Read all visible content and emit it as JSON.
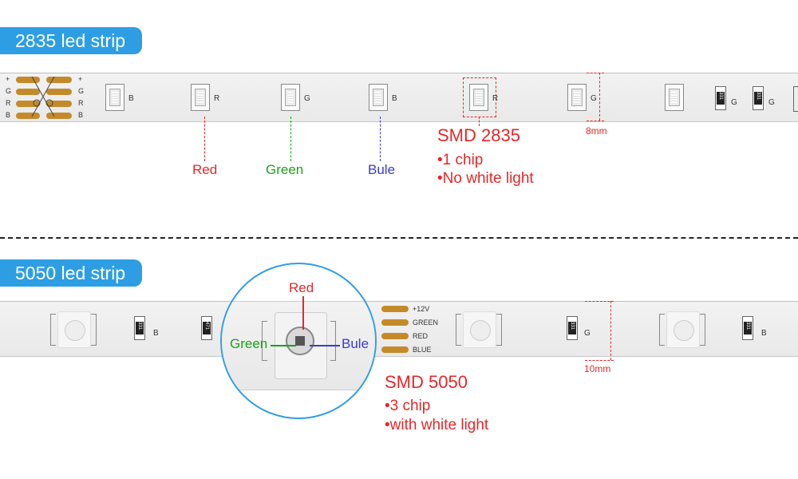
{
  "section1": {
    "title": "2835 led strip",
    "pins": [
      "+",
      "G",
      "R",
      "B"
    ],
    "pins_right": [
      "+",
      "G",
      "R",
      "B"
    ],
    "chip_labels": [
      "B",
      "R",
      "G",
      "B",
      "R",
      "G",
      "G",
      "G"
    ],
    "callouts": [
      "Red",
      "Green",
      "Bule"
    ],
    "smd_title": "SMD 2835",
    "bullets": [
      "•1 chip",
      "•No white light"
    ],
    "dimension": "8mm",
    "resistor_code": "331"
  },
  "section2": {
    "title": "5050 led strip",
    "resistor_codes": [
      "331",
      "471",
      "331",
      "331"
    ],
    "chip_labels": [
      "B",
      "G",
      "B"
    ],
    "zoom_labels": [
      "Red",
      "Green",
      "Bule"
    ],
    "pins": [
      "+12V",
      "GREEN",
      "RED",
      "BLUE"
    ],
    "smd_title": "SMD 5050",
    "bullets": [
      "•3 chip",
      "•with white light"
    ],
    "dimension": "10mm"
  },
  "colors": {
    "accent": "#2d9ee3",
    "red": "#e4282a",
    "green": "#1aa31a",
    "blue": "#3a3ad6",
    "copper": "#c48a2a"
  }
}
